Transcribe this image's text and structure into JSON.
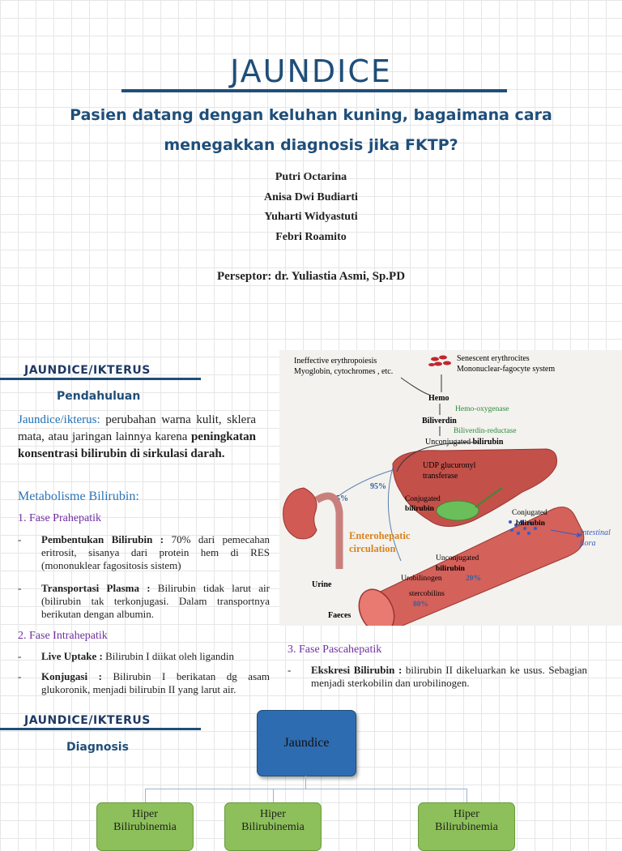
{
  "header": {
    "title": "JAUNDICE",
    "subtitle_line1": "Pasien datang dengan keluhan kuning, bagaimana cara",
    "subtitle_line2": "menegakkan diagnosis jika FKTP?",
    "authors": [
      "Putri Octarina",
      "Anisa Dwi Budiarti",
      "Yuharti Widyastuti",
      "Febri Roamito"
    ],
    "perseptor": "Perseptor: dr. Yuliastia Asmi, Sp.PD"
  },
  "section1": {
    "title": "JAUNDICE/IKTERUS",
    "subtitle": "Pendahuluan",
    "intro_term": "Jaundice/ikterus:",
    "intro_text": "perubahan warna kulit, sklera mata, atau jaringan lainnya karena",
    "intro_bold": "peningkatan konsentrasi bilirubin di sirkulasi darah.",
    "metab_heading": "Metabolisme Bilirubin:",
    "phase1": {
      "title": "1. Fase Prahepatik",
      "items": [
        {
          "dash": "-",
          "bold": "Pembentukan Bilirubin :",
          "text": "70% dari pemecahan eritrosit, sisanya dari protein hem di RES (mononuklear fagositosis sistem)"
        },
        {
          "dash": "-",
          "bold": "Transportasi Plasma :",
          "text": "Bilirubin tidak larut air (bilirubin tak terkonjugasi. Dalam transportnya berikutan dengan albumin."
        }
      ]
    },
    "phase2": {
      "title": "2. Fase Intrahepatik",
      "items": [
        {
          "dash": "-",
          "bold": "Live Uptake :",
          "text": "Bilirubin I diikat oleh ligandin"
        },
        {
          "dash": "-",
          "bold": "Konjugasi :",
          "text": "Bilirubin I berikatan dg asam glukoronik, menjadi bilirubin II yang larut air."
        }
      ]
    },
    "phase3": {
      "title": "3. Fase Pascahepatik",
      "items": [
        {
          "dash": "-",
          "bold": "Ekskresi Bilirubin :",
          "text": "bilirubin II dikeluarkan ke usus. Sebagian menjadi sterkobilin dan urobilinogen."
        }
      ]
    }
  },
  "diagram": {
    "ineffective": "Ineffective erythropoiesis",
    "myoglobin": "Myoglobin, cytochromes , etc.",
    "senescent": "Senescent erythrocites",
    "mononuclear": "Mononuclear-fagocyte system",
    "hemo": "Hemo",
    "hemo_oxygenase": "Hemo-oxygenase",
    "biliverdin": "Biliverdin",
    "biliverdin_reductase": "Biliverdin-reductase",
    "unconj_bili": "Unconjugated",
    "bilirubin": "bilirubin",
    "udp": "UDP glucuronyl",
    "transferase": "transferase",
    "conjugated": "Conjugated",
    "pct95": "95%",
    "pct5": "5%",
    "pct20": "20%",
    "pct80": "80%",
    "entero1": "Enterohepatic",
    "entero2": "circulation",
    "urobilinogen": "Urobilinogen",
    "stercobilins": "stercobilins",
    "urine": "Urine",
    "faeces": "Faeces",
    "intestinal1": "Intestinal",
    "intestinal2": "flora"
  },
  "section2": {
    "title": "JAUNDICE/IKTERUS",
    "subtitle": "Diagnosis",
    "root": "Jaundice",
    "children": [
      {
        "line1": "Hiper",
        "line2": "Bilirubinemia"
      },
      {
        "line1": "Hiper",
        "line2": "Bilirubinemia"
      },
      {
        "line1": "Hiper",
        "line2": "Bilirubinemia"
      }
    ]
  },
  "colors": {
    "title": "#1f4e79",
    "phase": "#7030a0",
    "metab": "#2e75b6",
    "box_blue": "#2e6cb1",
    "box_green": "#8dc05a"
  }
}
